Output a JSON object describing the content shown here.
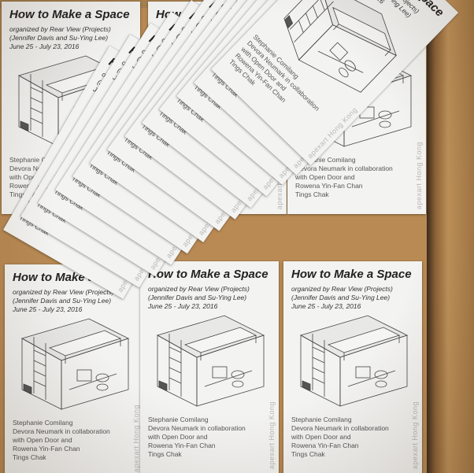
{
  "card": {
    "title": "How to Make a Space",
    "organizer": "organized by Rear View (Projects)",
    "curators": "(Jennifer Davis and Su-Ying Lee)",
    "dates": "June 25 - July 23, 2016",
    "credits": [
      "Stephanie Comilang",
      "Devora Neumark in collaboration",
      "with Open Door and",
      "Rowena Yin-Fan Chan",
      "Tings Chak"
    ],
    "brand": "apexart Hong Kong"
  },
  "colors": {
    "cardboard": "#b98a54",
    "card": "#f3f3f1",
    "ink": "#222222"
  },
  "icons": [
    "loft-bed-illustration"
  ]
}
